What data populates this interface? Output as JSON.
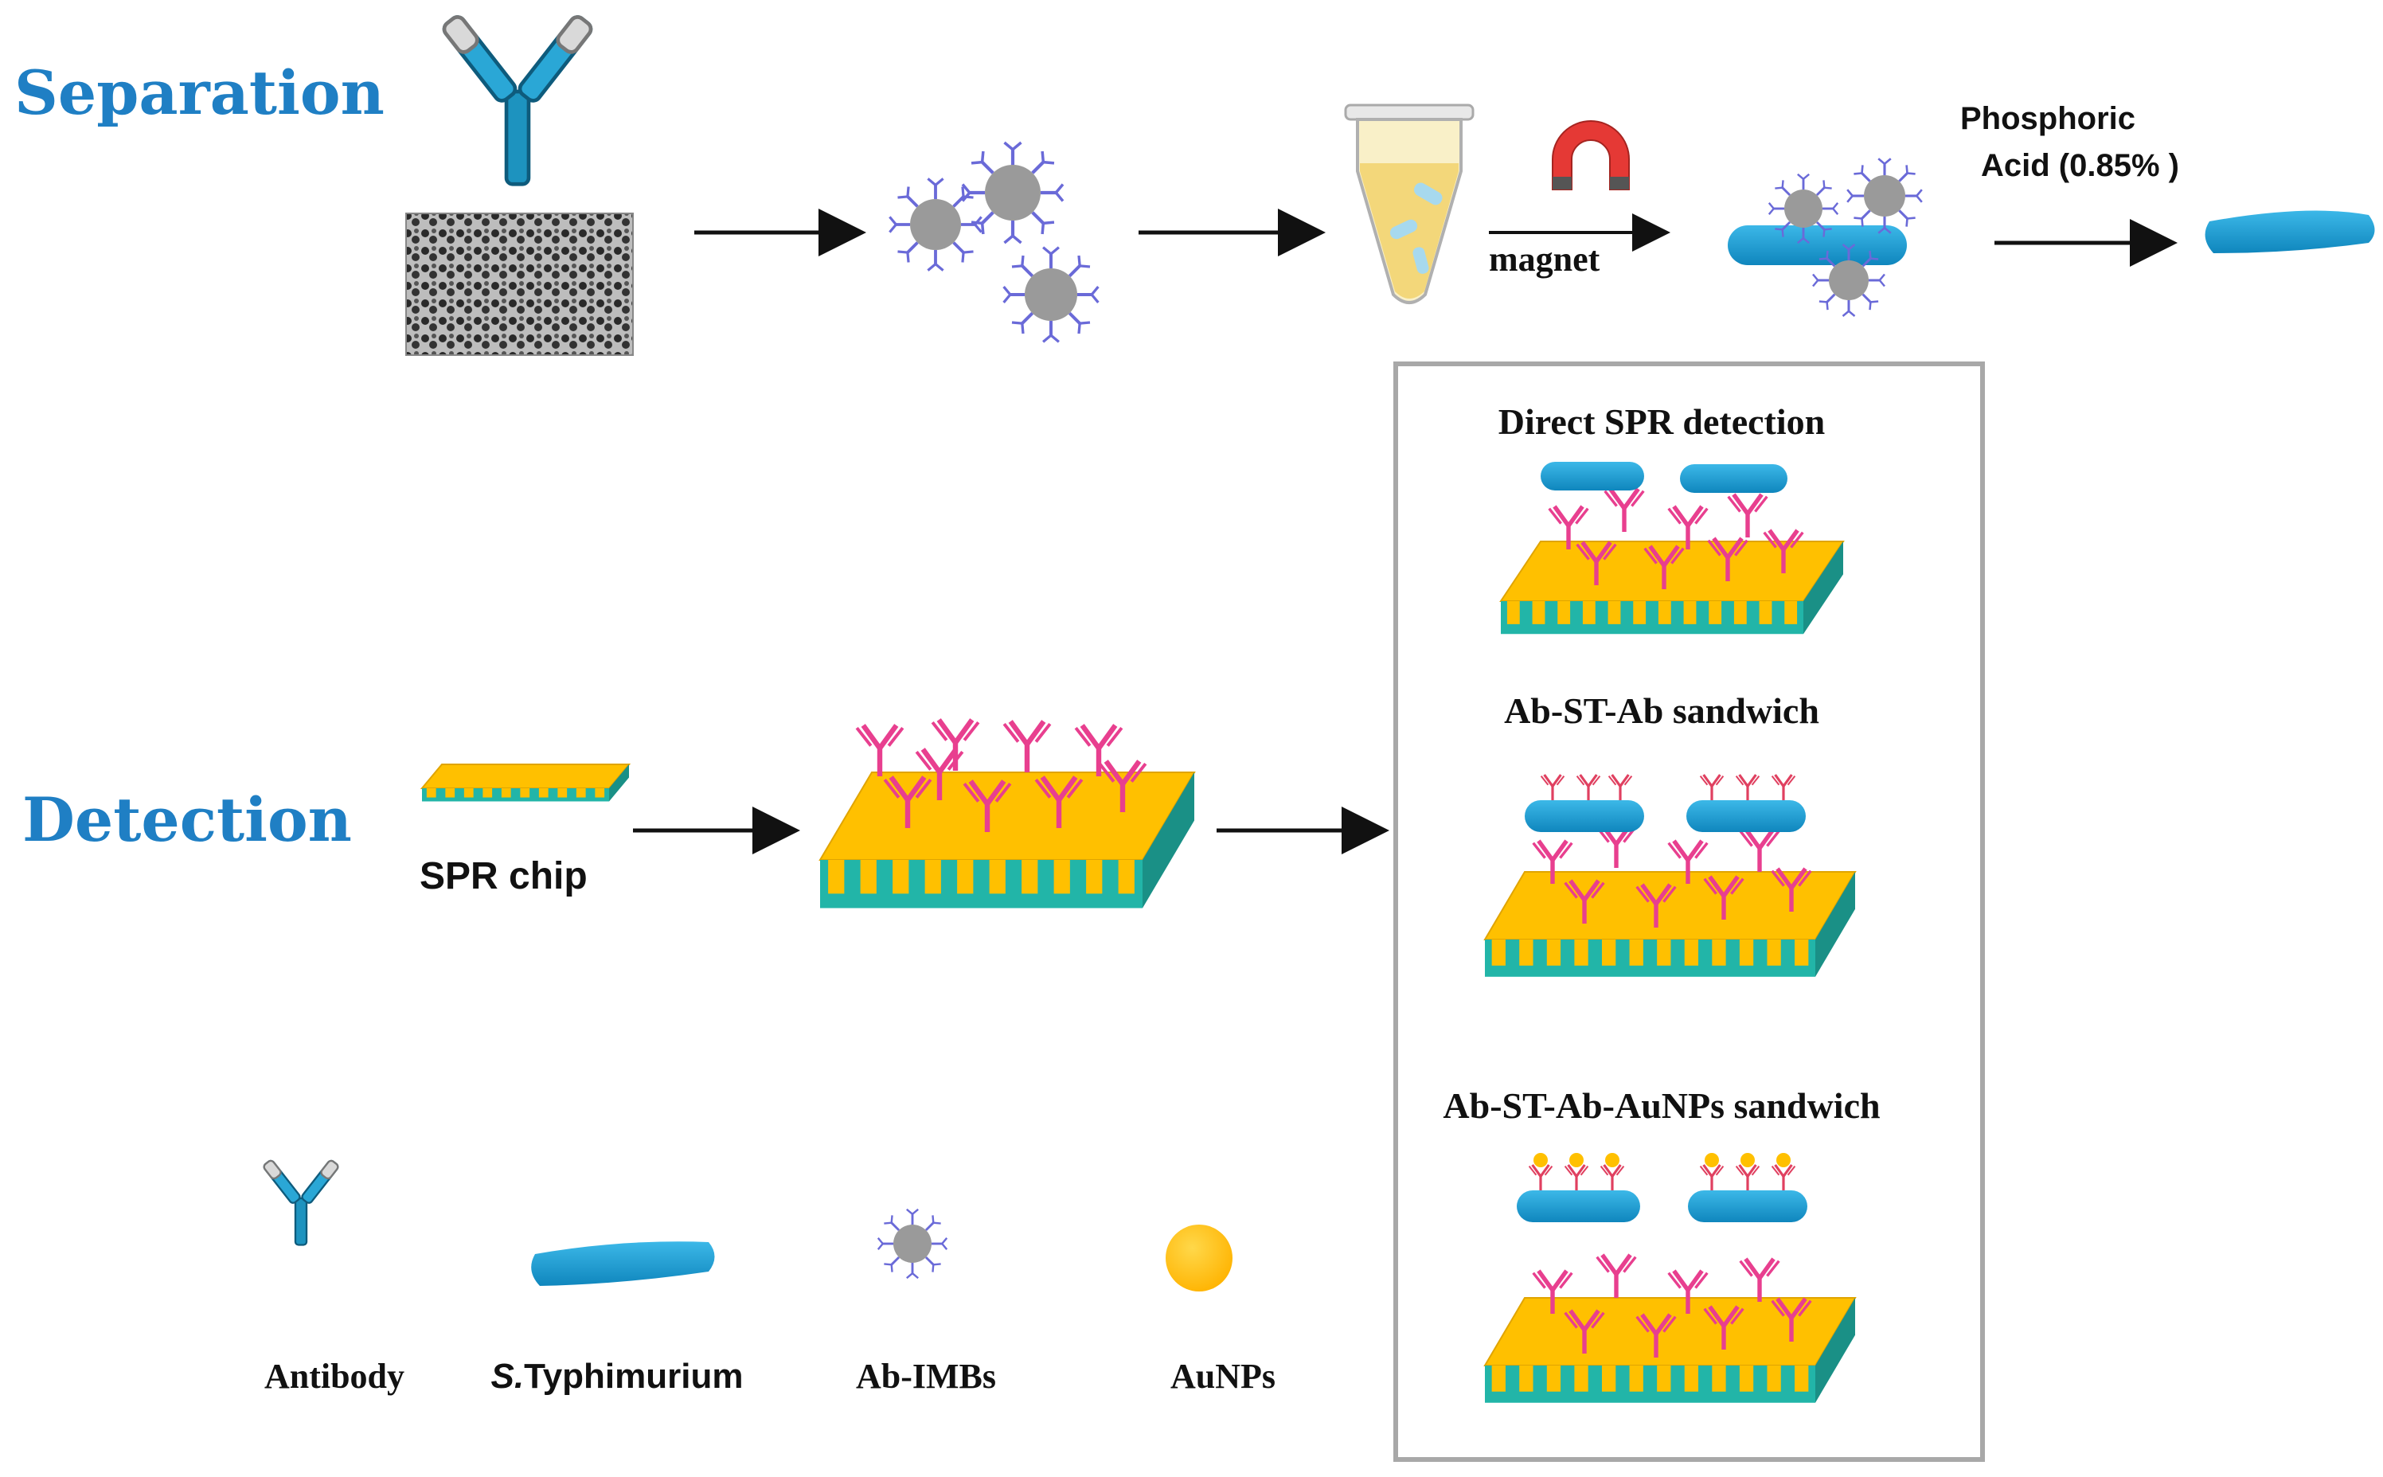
{
  "sections": {
    "separation": "Separation",
    "detection": "Detection"
  },
  "steps": {
    "magnet": "magnet",
    "acid_line1": "Phosphoric",
    "acid_line2": "Acid (0.85% )",
    "spr_chip": "SPR chip"
  },
  "methods": {
    "direct": "Direct SPR detection",
    "sandwich": "Ab-ST-Ab sandwich",
    "aunp_sandwich": "Ab-ST-Ab-AuNPs sandwich"
  },
  "legend": {
    "antibody": "Antibody",
    "bacteria_italic": "S.",
    "bacteria_rest": "Typhimurium",
    "imb": "Ab-IMBs",
    "aunp": "AuNPs"
  },
  "colors": {
    "heading": "#1f7fc4",
    "bacterium": "#1a9ad1",
    "gold": "#ffc000",
    "chip_base": "#22b5a8",
    "antibody_pink": "#e83f8f",
    "imb_spike": "#6a6ad8",
    "imb_core": "#9a9a9a"
  }
}
